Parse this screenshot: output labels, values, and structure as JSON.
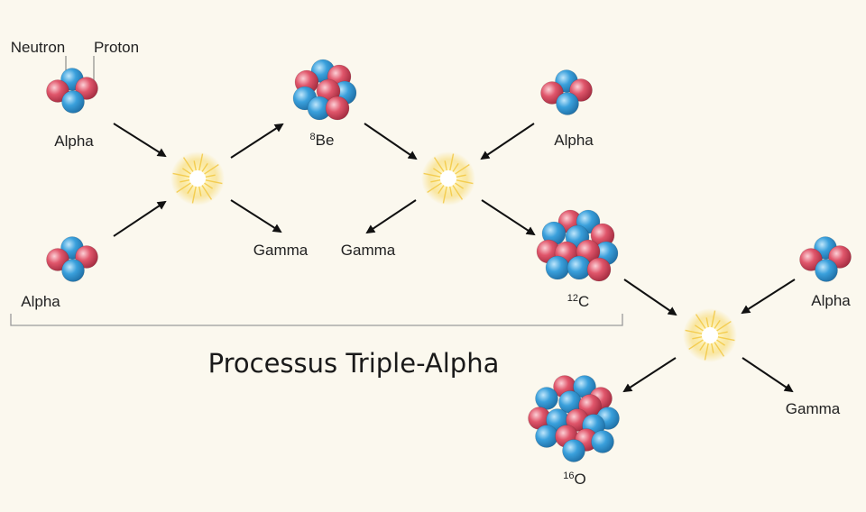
{
  "labels": {
    "neutron": "Neutron",
    "proton": "Proton",
    "alpha_1": "Alpha",
    "alpha_2": "Alpha",
    "alpha_3": "Alpha",
    "alpha_4": "Alpha",
    "be8_mass": "8",
    "be8_symbol": "Be",
    "c12_mass": "12",
    "c12_symbol": "C",
    "o16_mass": "16",
    "o16_symbol": "O",
    "gamma_1": "Gamma",
    "gamma_2": "Gamma",
    "gamma_3": "Gamma"
  },
  "title": "Processus Triple-Alpha",
  "colors": {
    "background": "#fbf8ee",
    "neutron": "#3aa0dc",
    "proton": "#e0566b",
    "flash": "#f7d96a"
  }
}
